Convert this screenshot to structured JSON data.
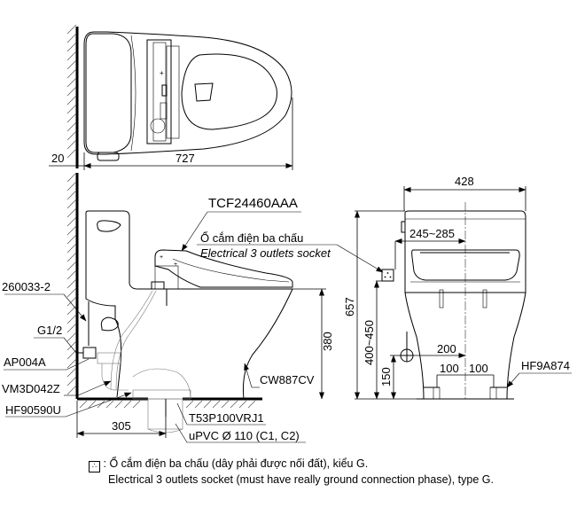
{
  "top_view": {
    "dim_wall_gap": "20",
    "dim_length": "727"
  },
  "side_view": {
    "seat_model": "TCF24460AAA",
    "socket_label_vi": "Ổ cắm điện ba chấu",
    "socket_label_en": "Electrical 3 outlets socket",
    "parts": {
      "p1": "260033-2",
      "p2": "G1/2",
      "p3": "AP004A",
      "p4": "VM3D042Z",
      "p5": "HF90590U",
      "p6": "T53P100VRJ1",
      "p7": "uPVC Ø 110 (C1, C2)",
      "p8": "CW887CV"
    },
    "dim_rough_in": "305",
    "dim_rim_height": "380"
  },
  "front_view": {
    "dim_width": "428",
    "dim_socket_offset": "245~285",
    "dim_total_height": "657",
    "dim_socket_height": "400~450",
    "dim_valve_height": "150",
    "dim_valve_offset": "200",
    "dim_bolt_left": "100",
    "dim_bolt_right": "100",
    "part_floor_bolt": "HF9A874"
  },
  "legend": {
    "symbol": "socket-symbol",
    "separator": ":",
    "line_vi": "Ổ cắm điện ba chấu (dây phải được nối đất), kiểu G.",
    "line_en": "Electrical 3 outlets socket (must have really ground connection phase), type G."
  }
}
